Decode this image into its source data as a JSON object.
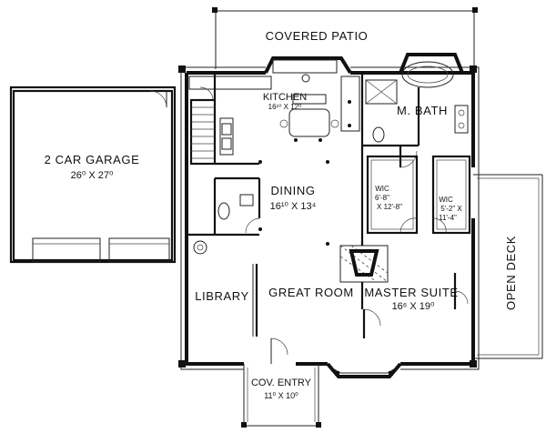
{
  "rooms": {
    "covered_patio": "COVERED PATIO",
    "kitchen": "KITCHEN",
    "kitchen_size": "16¹⁰ X 12⁰",
    "m_bath": "M. BATH",
    "garage": "2 CAR GARAGE",
    "garage_size": "26⁰ X 27⁰",
    "dining": "DINING",
    "dining_size": "16¹⁰ X 13⁴",
    "wic_left": [
      "WIC",
      "6'-8\"",
      "X 12'-8\""
    ],
    "wic_right": [
      "WIC",
      "5'-2\" X",
      "11'-4\""
    ],
    "open_deck": "OPEN DECK",
    "library": "LIBRARY",
    "great_room": "GREAT ROOM",
    "master_suite": "MASTER SUITE",
    "master_size": "16⁶ X 19⁰",
    "cov_entry": "COV. ENTRY",
    "cov_entry_size": "11⁰ X 10⁰"
  },
  "colors": {
    "lines": "#111111",
    "background": "#ffffff"
  }
}
